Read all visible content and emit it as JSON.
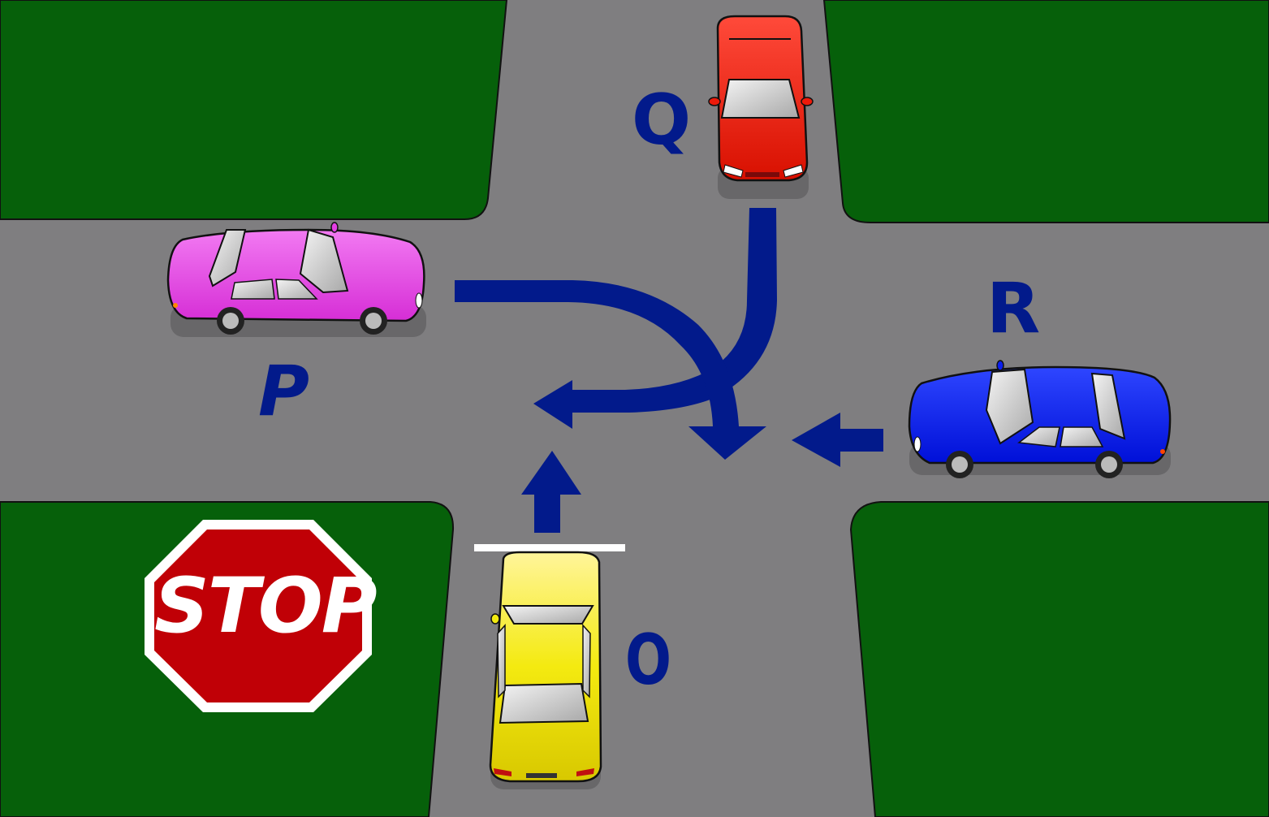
{
  "scene": {
    "title": "Four-way intersection give-way diagram",
    "colors": {
      "grass": "#06600a",
      "road": "#7f7e80",
      "arrow": "#021a8b",
      "label": "#021a8b",
      "stop_red": "#c00006",
      "stop_border": "#ffffff",
      "stop_line": "#ffffff"
    }
  },
  "labels": {
    "car_o": "O",
    "car_p": "P",
    "car_q": "Q",
    "car_r": "R"
  },
  "sign": {
    "text": "STOP",
    "type": "stop-sign"
  },
  "vehicles": [
    {
      "id": "O",
      "color": "#f2ea10",
      "approach": "south",
      "heading": "north",
      "movement": "straight-through",
      "at_stop_line": true
    },
    {
      "id": "P",
      "color": "#e43ee4",
      "approach": "west",
      "heading": "east",
      "movement": "right-turn"
    },
    {
      "id": "Q",
      "color": "#ee1a0a",
      "approach": "north",
      "heading": "south",
      "movement": "straight-through"
    },
    {
      "id": "R",
      "color": "#0a1ef0",
      "approach": "east",
      "heading": "west",
      "movement": "straight-through"
    }
  ],
  "arrows": [
    {
      "from": "O",
      "direction": "up"
    },
    {
      "from": "P",
      "direction": "curve-right-then-left"
    },
    {
      "from": "Q",
      "direction": "down"
    },
    {
      "from": "R",
      "direction": "left"
    }
  ]
}
